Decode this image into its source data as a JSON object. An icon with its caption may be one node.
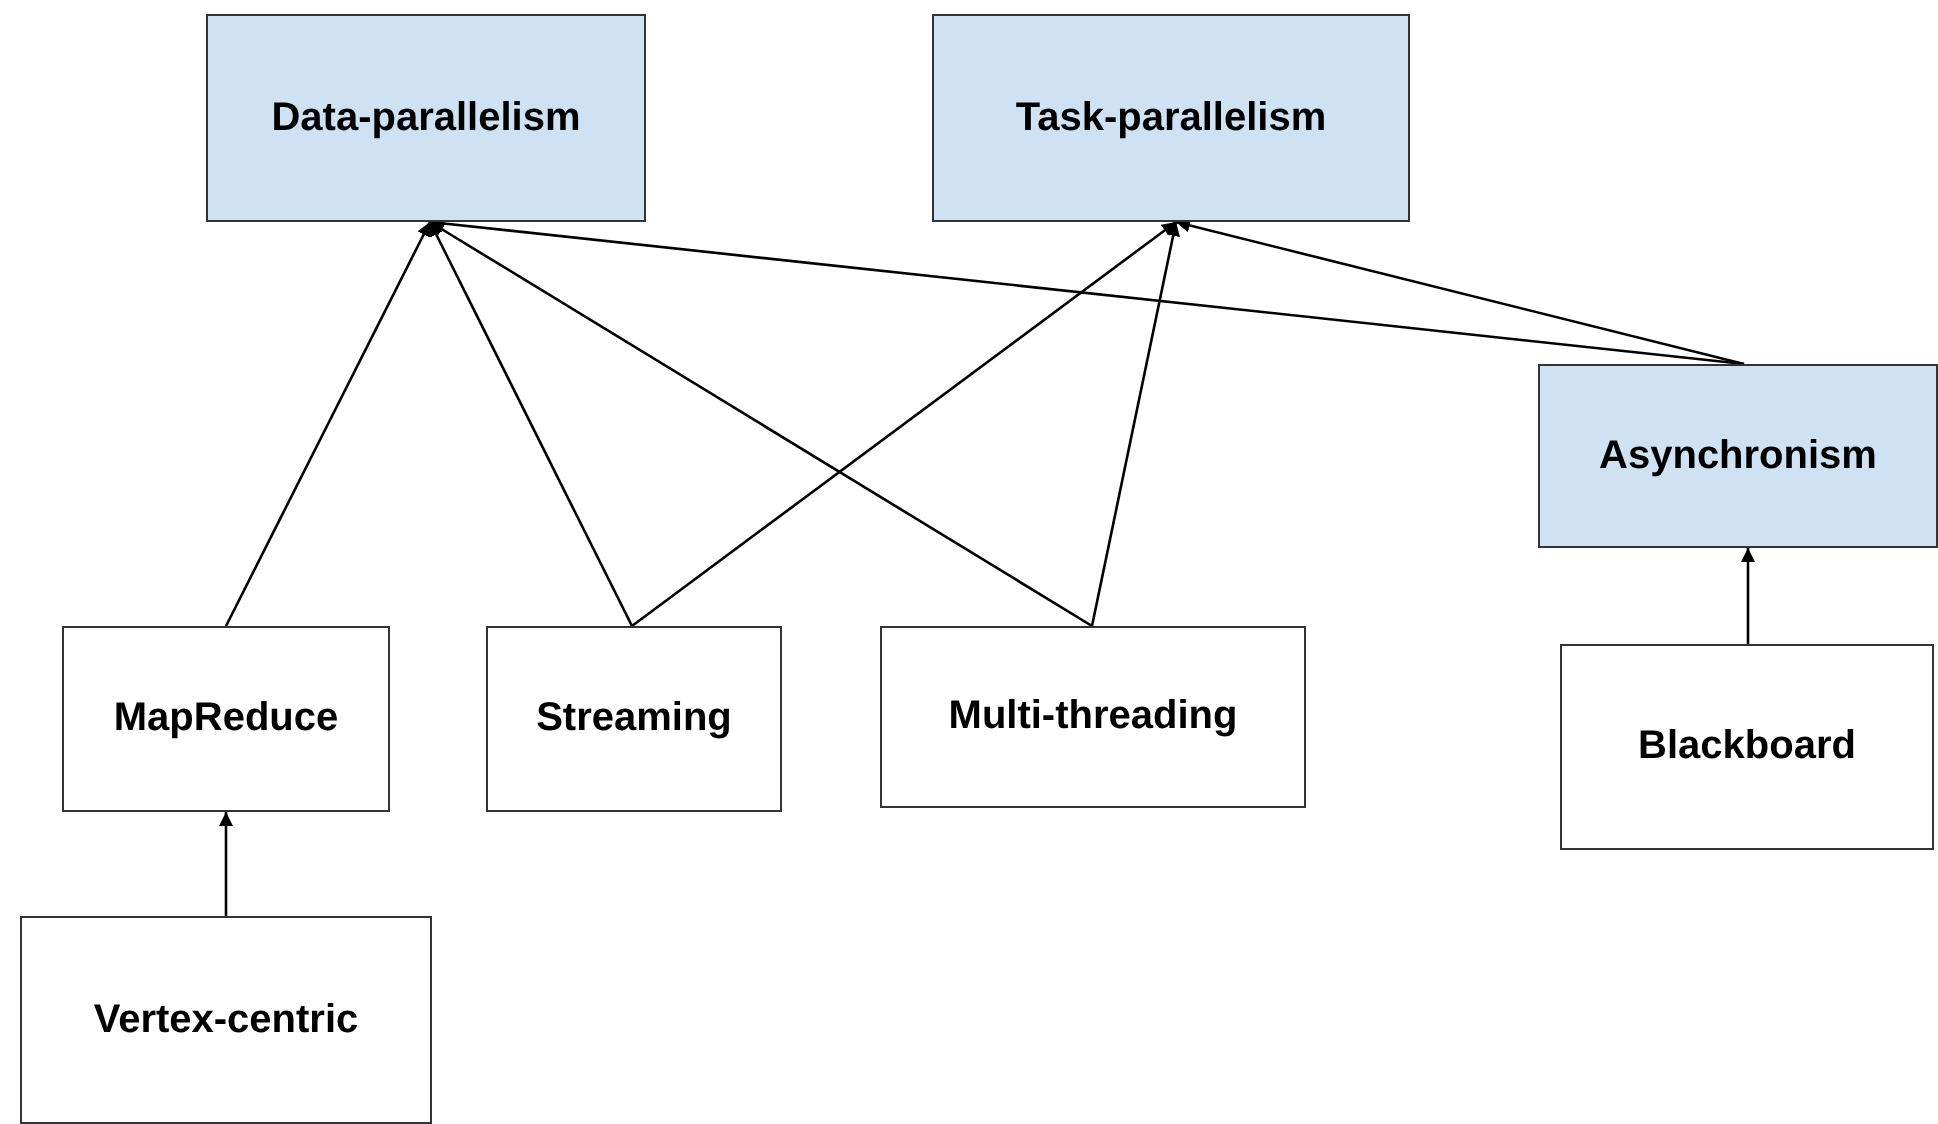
{
  "diagram": {
    "nodes": [
      {
        "text": [
          "Data-parallelism"
        ]
      },
      {
        "text": [
          "Task-parallelism"
        ]
      },
      {
        "text": [
          "Asynchronism"
        ]
      },
      {
        "text": [
          "MapReduce"
        ]
      },
      {
        "text": [
          "Streaming"
        ]
      },
      {
        "text": [
          "Multi-threading"
        ]
      },
      {
        "text": [
          "Blackboard"
        ]
      },
      {
        "text": [
          "Vertex-centric"
        ]
      }
    ],
    "edges": [
      {
        "from": 3,
        "to": 0,
        "arrow": "to"
      },
      {
        "from": 4,
        "to": 0,
        "arrow": "to"
      },
      {
        "from": 4,
        "to": 1,
        "arrow": "to"
      },
      {
        "from": 5,
        "to": 0,
        "arrow": "to"
      },
      {
        "from": 5,
        "to": 1,
        "arrow": "to"
      },
      {
        "from": 2,
        "to": 0,
        "arrow": "to"
      },
      {
        "from": 2,
        "to": 1,
        "arrow": "to"
      },
      {
        "from": 6,
        "to": 2,
        "arrow": "to"
      },
      {
        "from": 7,
        "to": 3,
        "arrow": "to"
      }
    ]
  }
}
